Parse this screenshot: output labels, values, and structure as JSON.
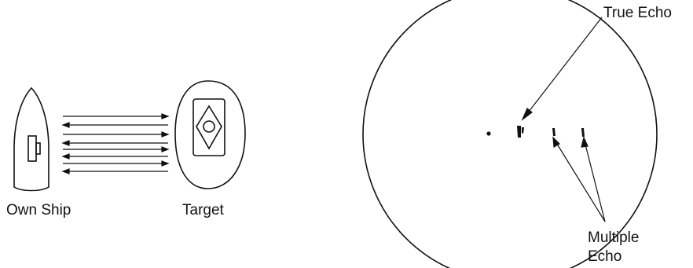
{
  "labels": {
    "own_ship": "Own Ship",
    "target": "Target",
    "true_echo": "True Echo",
    "multiple_echo_line1": "Multiple",
    "multiple_echo_line2": "Echo"
  },
  "colors": {
    "ink": "#111111",
    "background": "#ffffff"
  }
}
